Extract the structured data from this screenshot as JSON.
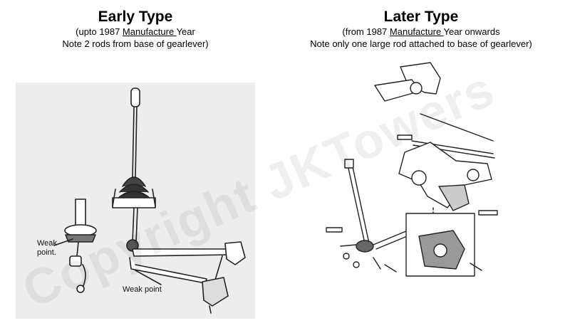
{
  "early": {
    "title": "Early Type",
    "line1_prefix": "(upto 1987 ",
    "line1_link": "Manufacture ",
    "line1_suffix": "Year",
    "line2": "Note 2 rods from base of gearlever)",
    "callout_top_line1": "Weak",
    "callout_top_line2": "point.",
    "callout_bottom": "Weak point"
  },
  "later": {
    "title": "Later Type",
    "line1_prefix": "(from 1987 ",
    "line1_link": "Manufacture ",
    "line1_suffix": "Year onwards",
    "line2": "Note only one large rod attached to base of gearlever)"
  },
  "watermark": "Copyright JKTowers"
}
